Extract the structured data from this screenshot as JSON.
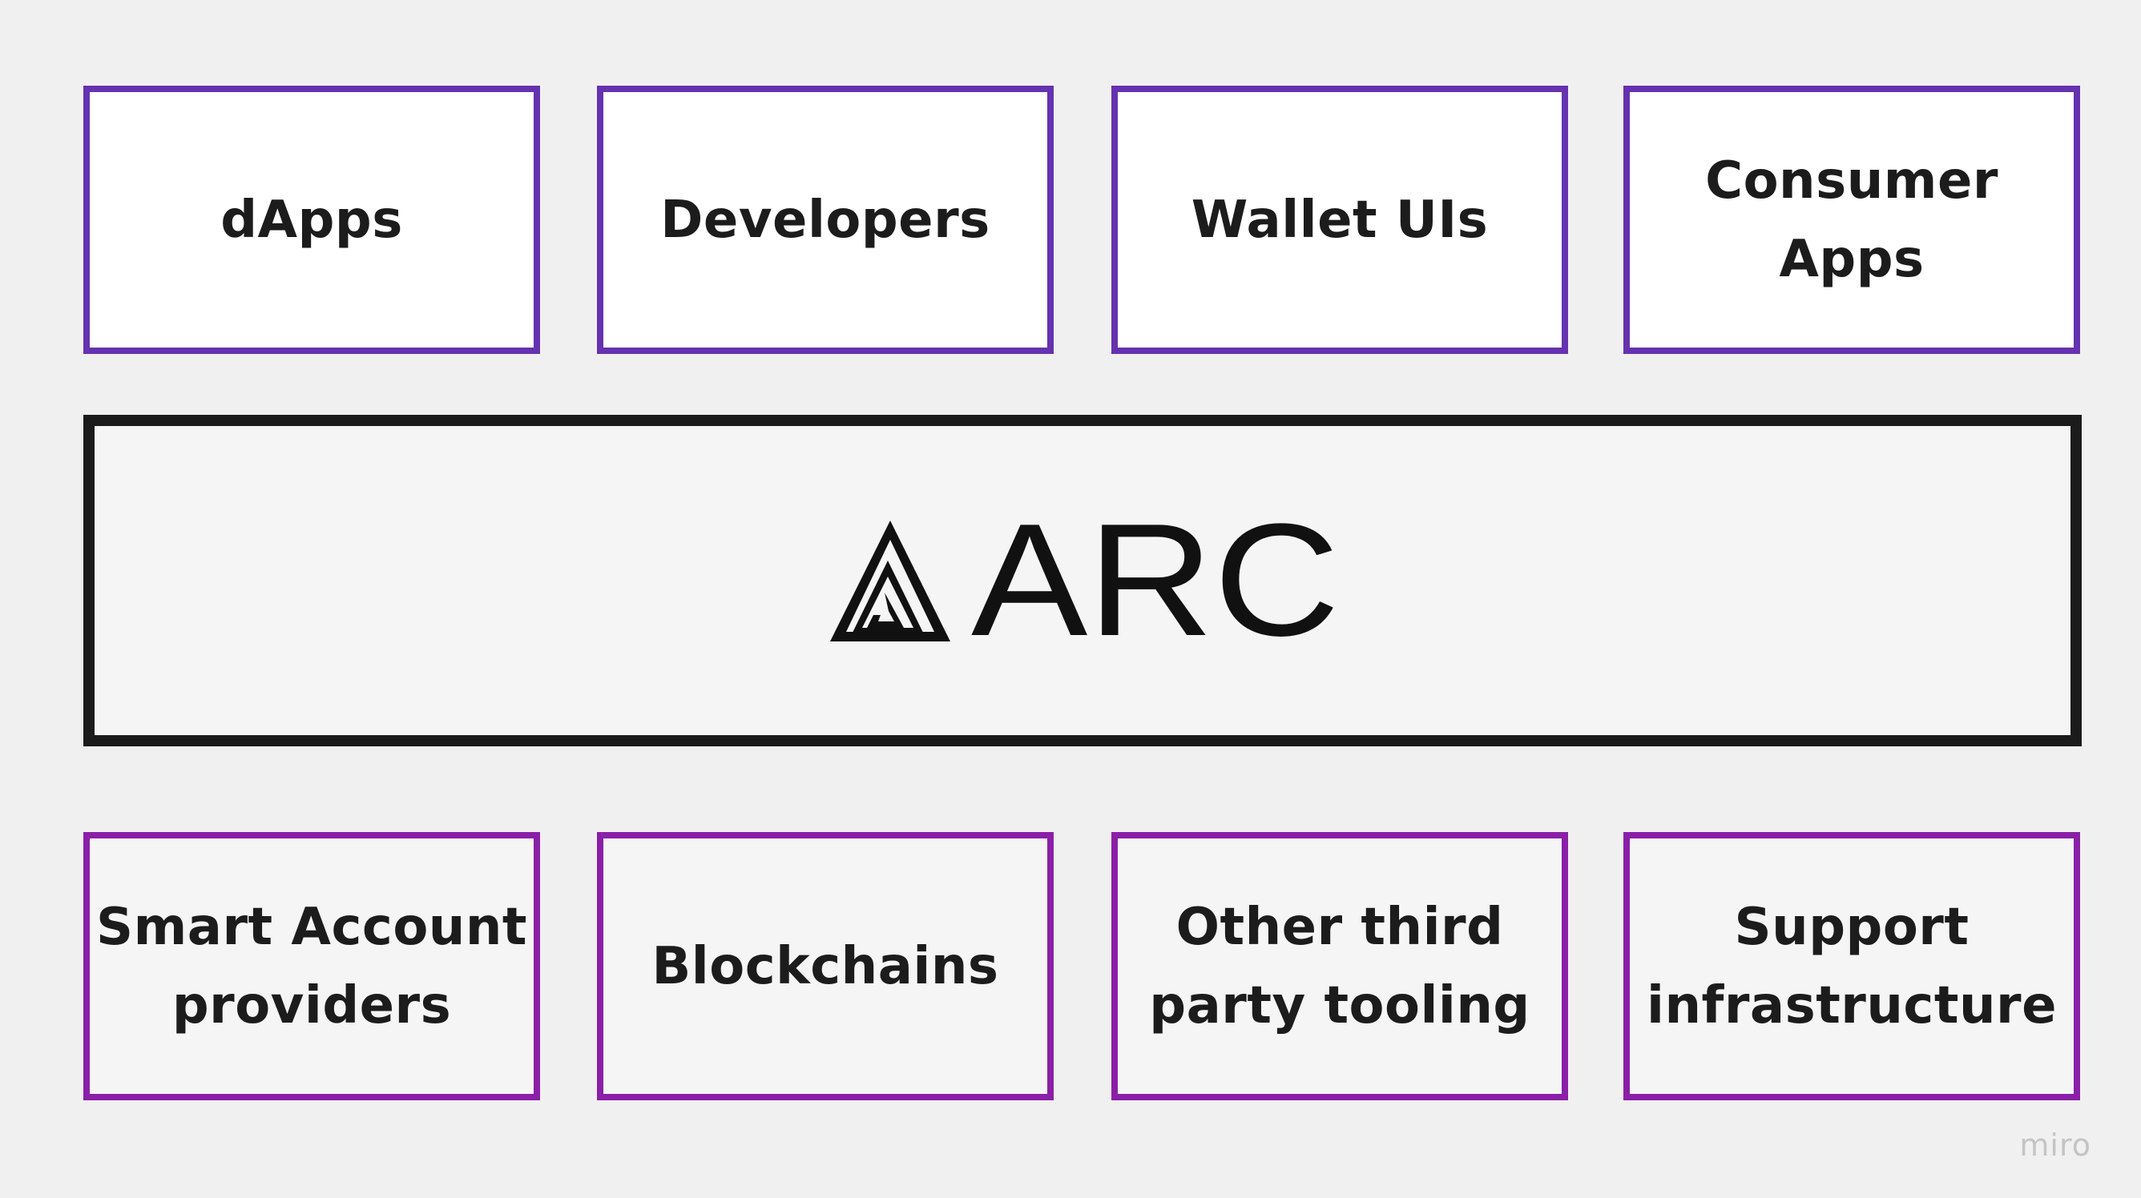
{
  "consumers": [
    {
      "lines": [
        "dApps"
      ]
    },
    {
      "lines": [
        "Developers"
      ]
    },
    {
      "lines": [
        "Wallet UIs"
      ]
    },
    {
      "lines": [
        "Consumer",
        "Apps"
      ]
    }
  ],
  "core": {
    "logo_text": "ARC",
    "logo_icon": "arc-triangle-mark"
  },
  "providers": [
    {
      "lines": [
        "Smart Account",
        "providers"
      ]
    },
    {
      "lines": [
        "Blockchains"
      ]
    },
    {
      "lines": [
        "Other third",
        "party tooling"
      ]
    },
    {
      "lines": [
        "Support",
        "infrastructure"
      ]
    }
  ],
  "watermark": "miro",
  "colors": {
    "top_border": "#6532b0",
    "bottom_border": "#8a1fa8",
    "core_border": "#1b1b1b",
    "background": "#f1f0f0",
    "text": "#1c1c1c"
  }
}
